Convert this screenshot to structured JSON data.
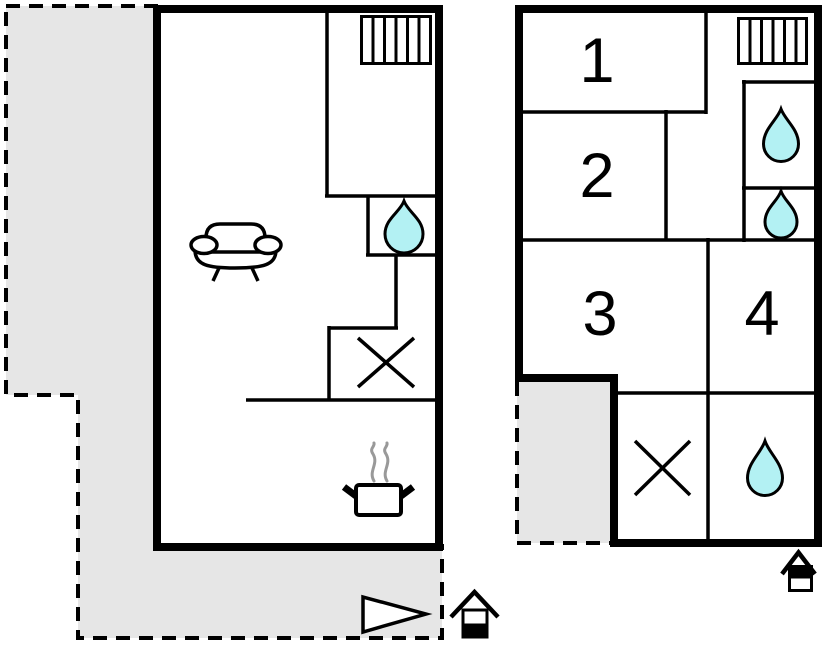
{
  "diagram": {
    "type": "floor-plan",
    "colors": {
      "terrace": "#e6e6e6",
      "water": "#b3f1f3",
      "wall": "#000000",
      "steam": "#999999"
    },
    "floors": [
      {
        "id": "ground-floor",
        "indicator_icon": "house-lower-half-filled",
        "areas": [
          "dashed-terrace"
        ],
        "icons": [
          "stairs-grate",
          "water-drop",
          "sofa",
          "x-cross",
          "cooking-pot-with-steam",
          "triangle-pointer"
        ]
      },
      {
        "id": "upper-floor",
        "indicator_icon": "house-upper-half-filled",
        "areas": [
          "dashed-terrace"
        ],
        "icons": [
          "stairs-grate",
          "water-drop",
          "water-drop",
          "x-cross",
          "water-drop"
        ],
        "rooms": [
          {
            "label": "1"
          },
          {
            "label": "2"
          },
          {
            "label": "3"
          },
          {
            "label": "4"
          }
        ]
      }
    ]
  }
}
